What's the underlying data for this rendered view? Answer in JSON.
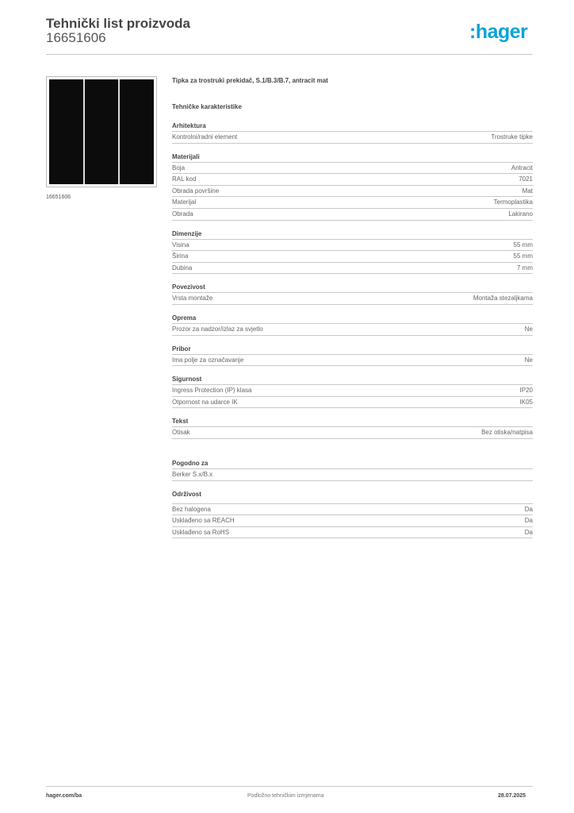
{
  "header": {
    "title": "Tehnički list proizvoda",
    "code": "16651606",
    "logo": ":hager"
  },
  "image": {
    "caption": "16651606"
  },
  "product_title": "Tipka za trostruki prekidač, S.1/B.3/B.7, antracit mat",
  "section_title": "Tehničke karakteristike",
  "sections": [
    {
      "title": "Arhitektura",
      "rows": [
        {
          "k": "Kontrolni/radni element",
          "v": "Trostruke tipke"
        }
      ]
    },
    {
      "title": "Materijali",
      "rows": [
        {
          "k": "Boja",
          "v": "Antracit"
        },
        {
          "k": "RAL kod",
          "v": "7021"
        },
        {
          "k": "Obrada površine",
          "v": "Mat"
        },
        {
          "k": "Materijal",
          "v": "Termoplastika"
        },
        {
          "k": "Obrada",
          "v": "Lakirano"
        }
      ]
    },
    {
      "title": "Dimenzije",
      "rows": [
        {
          "k": "Visina",
          "v": "55 mm"
        },
        {
          "k": "Širina",
          "v": "55 mm"
        },
        {
          "k": "Dubina",
          "v": "7 mm"
        }
      ]
    },
    {
      "title": "Povezivost",
      "rows": [
        {
          "k": "Vrsta montaže",
          "v": "Montaža stezaljkama"
        }
      ]
    },
    {
      "title": "Oprema",
      "rows": [
        {
          "k": "Prozor za nadzor/izlaz za svjetlo",
          "v": "Ne"
        }
      ]
    },
    {
      "title": "Pribor",
      "rows": [
        {
          "k": "Ima polje za označavanje",
          "v": "Ne"
        }
      ]
    },
    {
      "title": "Sigurnost",
      "rows": [
        {
          "k": "Ingress Protection (IP) klasa",
          "v": "IP20"
        },
        {
          "k": "Otpornost na udarce IK",
          "v": "IK05"
        }
      ]
    },
    {
      "title": "Tekst",
      "rows": [
        {
          "k": "Otisak",
          "v": "Bez otiska/natpisa"
        }
      ]
    },
    {
      "title": "Pogodno za",
      "rows": [
        {
          "k": "Berker S.x/B.x",
          "v": ""
        }
      ]
    },
    {
      "title": "Održivost",
      "rows": [
        {
          "k": "Bez halogena",
          "v": "Da"
        },
        {
          "k": "Usklađeno sa REACH",
          "v": "Da"
        },
        {
          "k": "Usklađeno sa RoHS",
          "v": "Da"
        }
      ]
    }
  ],
  "footer": {
    "left": "hager.com/ba",
    "center": "Podložno tehničkim izmjenama",
    "right": "28.07.2025"
  },
  "colors": {
    "brand": "#0aa3d8"
  }
}
